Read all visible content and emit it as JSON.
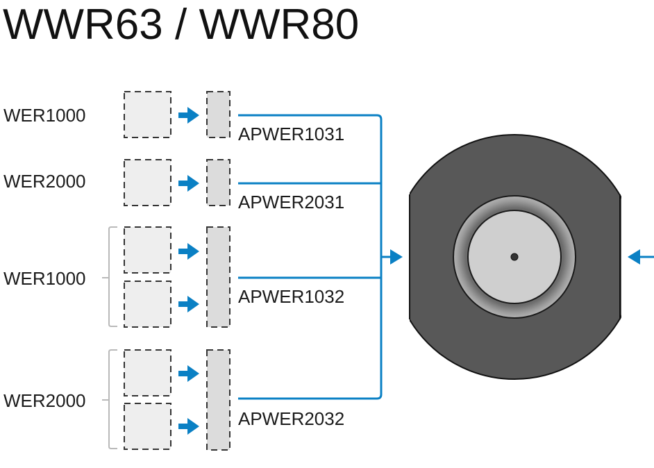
{
  "title": "WWR63 / WWR80",
  "rows": [
    {
      "input_label": "WER1000",
      "adapter_label": "APWER1031"
    },
    {
      "input_label": "WER2000",
      "adapter_label": "APWER2031"
    },
    {
      "input_label": "WER1000",
      "adapter_label": "APWER1032"
    },
    {
      "input_label": "WER2000",
      "adapter_label": "APWER2032"
    }
  ],
  "colors": {
    "connector": "#0a80c4",
    "housing": "#585858",
    "bore": "#cfcfcf"
  }
}
